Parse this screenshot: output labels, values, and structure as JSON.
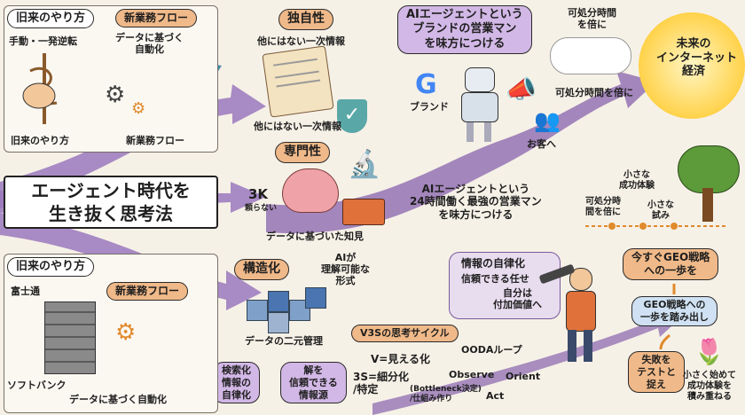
{
  "top_left_panel": {
    "title": "旧来のやり方",
    "subtitle": "手動・一発逆転",
    "caption": "旧来のやり方",
    "new_flow_title": "新業務フロー",
    "data_automation": "データに基づく\n自動化",
    "new_flow_caption": "新業務フロー"
  },
  "uniqueness": {
    "title": "独自性",
    "subtitle": "他にはない一次情報",
    "caption": "他にはない一次情報"
  },
  "expertise": {
    "title": "専門性",
    "stat": "3K",
    "stat_caption": "頼らない",
    "caption": "データに基づいた知見"
  },
  "structuring": {
    "title": "構造化",
    "ai_note": "AIが\n理解可能な\n形式",
    "caption": "データの二元管理",
    "tag1": "検索化\n情報の\n自律化",
    "tag2": "解を\n信頼できる\n情報源"
  },
  "bottom_left_panel": {
    "title": "旧来のやり方",
    "company1": "富士通",
    "new_flow_title": "新業務フロー",
    "company2": "ソフトバンク",
    "caption": "データに基づく自動化"
  },
  "main_title": "エージェント時代を\n生き抜く思考法",
  "ai_agent": {
    "title": "AIエージェントという\nブランドの営業マン\nを味方につける",
    "brand_label": "ブランド",
    "customer_label": "お客へ",
    "center_text": "AIエージェントという\n24時間働く最強の営業マン\nを味方につける"
  },
  "disposable_time": {
    "bubble": "可処分時間\nを倍に",
    "caption": "可処分時間を倍に"
  },
  "future": {
    "title": "未来の\nインターネット\n経済"
  },
  "growth": {
    "small_success": "小さな\n成功体験",
    "time_double": "可処分時\n間を倍に",
    "small_trial": "小さな\n試み"
  },
  "autonomy": {
    "title": "情報の自律化",
    "line1": "信頼できる任せ",
    "line2": "自分は\n付加価値へ"
  },
  "v3s": {
    "title": "V3Sの思考サイクル",
    "v": "V=見える化",
    "s3": "3S=細分化\n/特定",
    "s3_note": "(Bottleneck決定)\n/仕組み作り",
    "ooda": "OODAループ",
    "observe": "Observe",
    "orient": "Orient",
    "act": "Act"
  },
  "geo": {
    "now_title": "今すぐGEO戦略\nへの一歩を",
    "step": "GEO戦略への\n一歩を踏み出し",
    "failure": "失敗を\nテストと\n捉え",
    "small_success": "小さく始めて\n成功体験を\n積み重ねる"
  },
  "colors": {
    "arrow": "#8e6bb0",
    "teal": "#4a8fa8",
    "orange": "#f0b989",
    "purple": "#d2b8e6",
    "sun": "#ffd24a"
  },
  "icons": [
    "rope-hands-icon",
    "gear-icon",
    "scroll-icon",
    "shield-check-icon",
    "brain-icon",
    "microscope-icon",
    "toolbox-icon",
    "cubes-icon",
    "brick-wall-icon",
    "robot-icon",
    "megaphone-icon",
    "people-icon",
    "google-logo-icon",
    "sun-icon",
    "tree-icon",
    "telescope-person-icon",
    "flower-icon"
  ]
}
